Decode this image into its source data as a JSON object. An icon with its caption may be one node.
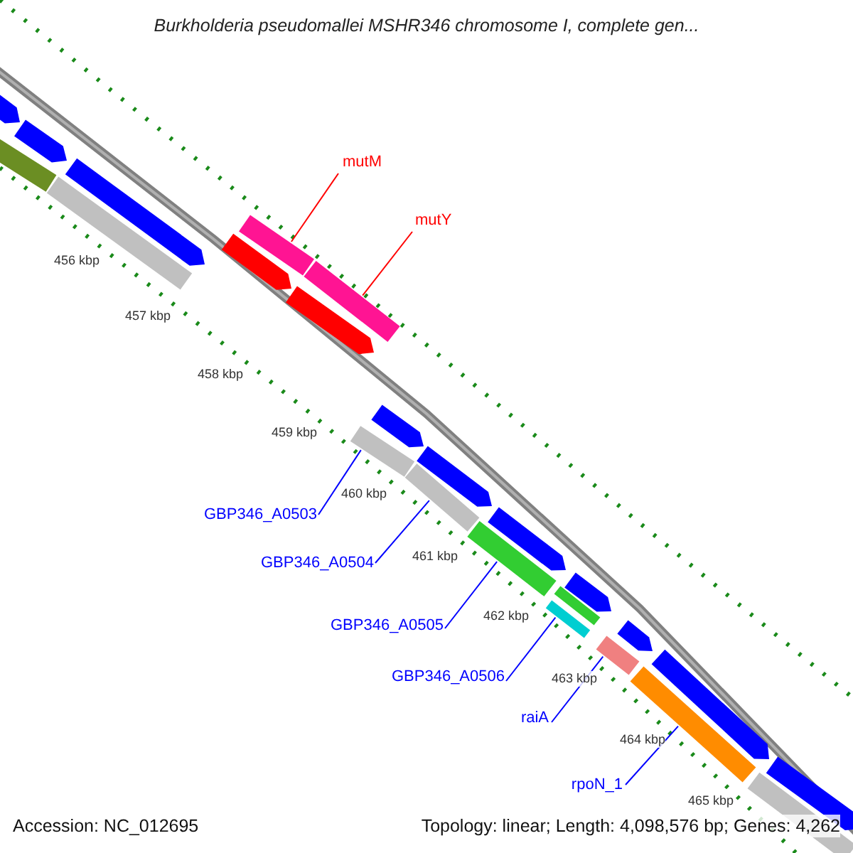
{
  "diagram": {
    "title": "Burkholderia pseudomallei MSHR346 chromosome I, complete gen...",
    "nodes": [
      {
        "text": [
          "mutM"
        ]
      },
      {
        "text": [],
        "shape": "bar"
      },
      {
        "text": [
          "mutY"
        ]
      },
      {
        "text": [],
        "shape": "bar"
      },
      {
        "text": [
          "GBP346_A0503"
        ]
      },
      {
        "text": [],
        "shape": "bar"
      },
      {
        "text": [
          "GBP346_A0504"
        ]
      },
      {
        "text": [],
        "shape": "bar"
      },
      {
        "text": [
          "GBP346_A0505"
        ]
      },
      {
        "text": [],
        "shape": "bar"
      },
      {
        "text": [
          "GBP346_A0506"
        ]
      },
      {
        "text": [],
        "shape": "bar"
      },
      {
        "text": [
          "raiA"
        ]
      },
      {
        "text": [],
        "shape": "bar"
      },
      {
        "text": [
          "rpoN_1"
        ]
      },
      {
        "text": [],
        "shape": "bar"
      },
      {
        "text": [],
        "shape": "bar"
      },
      {
        "text": [],
        "shape": "bar"
      },
      {
        "text": [],
        "shape": "bar"
      },
      {
        "text": [],
        "shape": "bar"
      },
      {
        "text": [],
        "shape": "bar"
      },
      {
        "text": [],
        "shape": "bar"
      },
      {
        "text": [],
        "shape": "bar"
      },
      {
        "text": [],
        "shape": "bar"
      },
      {
        "text": [],
        "shape": "bar"
      },
      {
        "text": [],
        "shape": "bar"
      },
      {
        "text": [],
        "shape": "bar"
      },
      {
        "text": [],
        "shape": "bar"
      },
      {
        "text": [],
        "shape": "bar"
      },
      {
        "text": [],
        "shape": "bar"
      },
      {
        "text": [],
        "shape": "bar"
      },
      {
        "text": [],
        "shape": "bar"
      }
    ],
    "edges": [
      {
        "from": 0,
        "to": 1,
        "arrow": "none",
        "color": "#ff0000"
      },
      {
        "from": 2,
        "to": 3,
        "arrow": "none",
        "color": "#ff0000"
      },
      {
        "from": 4,
        "to": 5,
        "arrow": "none"
      },
      {
        "from": 6,
        "to": 7,
        "arrow": "none"
      },
      {
        "from": 8,
        "to": 9,
        "arrow": "none"
      },
      {
        "from": 10,
        "to": 11,
        "arrow": "none"
      },
      {
        "from": 12,
        "to": 13,
        "arrow": "none"
      },
      {
        "from": 14,
        "to": 15,
        "arrow": "none"
      }
    ],
    "labels": [
      "456 kbp",
      "457 kbp",
      "458 kbp",
      "459 kbp",
      "460 kbp",
      "461 kbp",
      "462 kbp",
      "463 kbp",
      "464 kbp",
      "465 kbp",
      "Accession: NC_012695",
      "Topology: linear; Length: 4,098,576 bp; Genes: 4,262"
    ]
  }
}
